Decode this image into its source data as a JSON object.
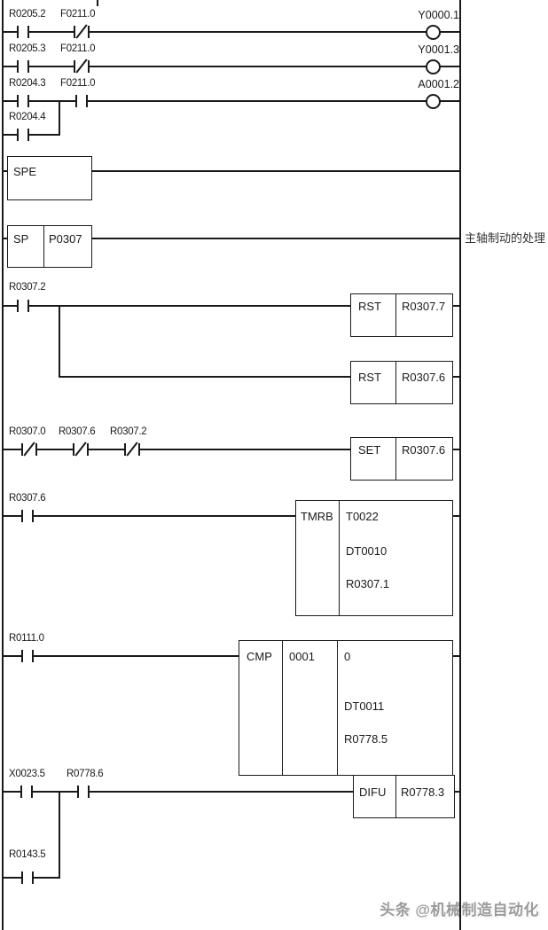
{
  "ladder": {
    "rung1": {
      "contact1": "R0205.2",
      "contact2": "F0211.0",
      "coil": "Y0000.1"
    },
    "rung2": {
      "contact1": "R0205.3",
      "contact2": "F0211.0",
      "coil": "Y0001.3"
    },
    "rung3": {
      "contact1": "R0204.3",
      "contact2": "F0211.0",
      "branch_contact": "R0204.4",
      "coil": "A0001.2"
    },
    "spe_block": {
      "op": "SPE"
    },
    "sp_block": {
      "op": "SP",
      "param": "P0307",
      "comment": "主轴制动的处理"
    },
    "rst_rung": {
      "contact": "R0307.2",
      "rst1_op": "RST",
      "rst1_target": "R0307.7",
      "rst2_op": "RST",
      "rst2_target": "R0307.6"
    },
    "set_rung": {
      "contact1": "R0307.0",
      "contact2": "R0307.6",
      "contact3": "R0307.2",
      "op": "SET",
      "target": "R0307.6"
    },
    "tmrb_rung": {
      "contact": "R0307.6",
      "op": "TMRB",
      "timer": "T0022",
      "preset": "DT0010",
      "output": "R0307.1"
    },
    "cmp_rung": {
      "contact": "R0111.0",
      "op": "CMP",
      "format": "0001",
      "input1": "0",
      "input2": "DT0011",
      "result": "R0778.5"
    },
    "difu_rung": {
      "contact1": "X0023.5",
      "contact2": "R0778.6",
      "branch_contact": "R0143.5",
      "op": "DIFU",
      "target": "R0778.3"
    }
  },
  "watermark": {
    "text": "头条 @机械制造自动化"
  },
  "colors": {
    "line": "#1a1a1a",
    "background": "#ffffff",
    "comment_text": "#333333",
    "watermark_gray": "#9b9b9b"
  }
}
